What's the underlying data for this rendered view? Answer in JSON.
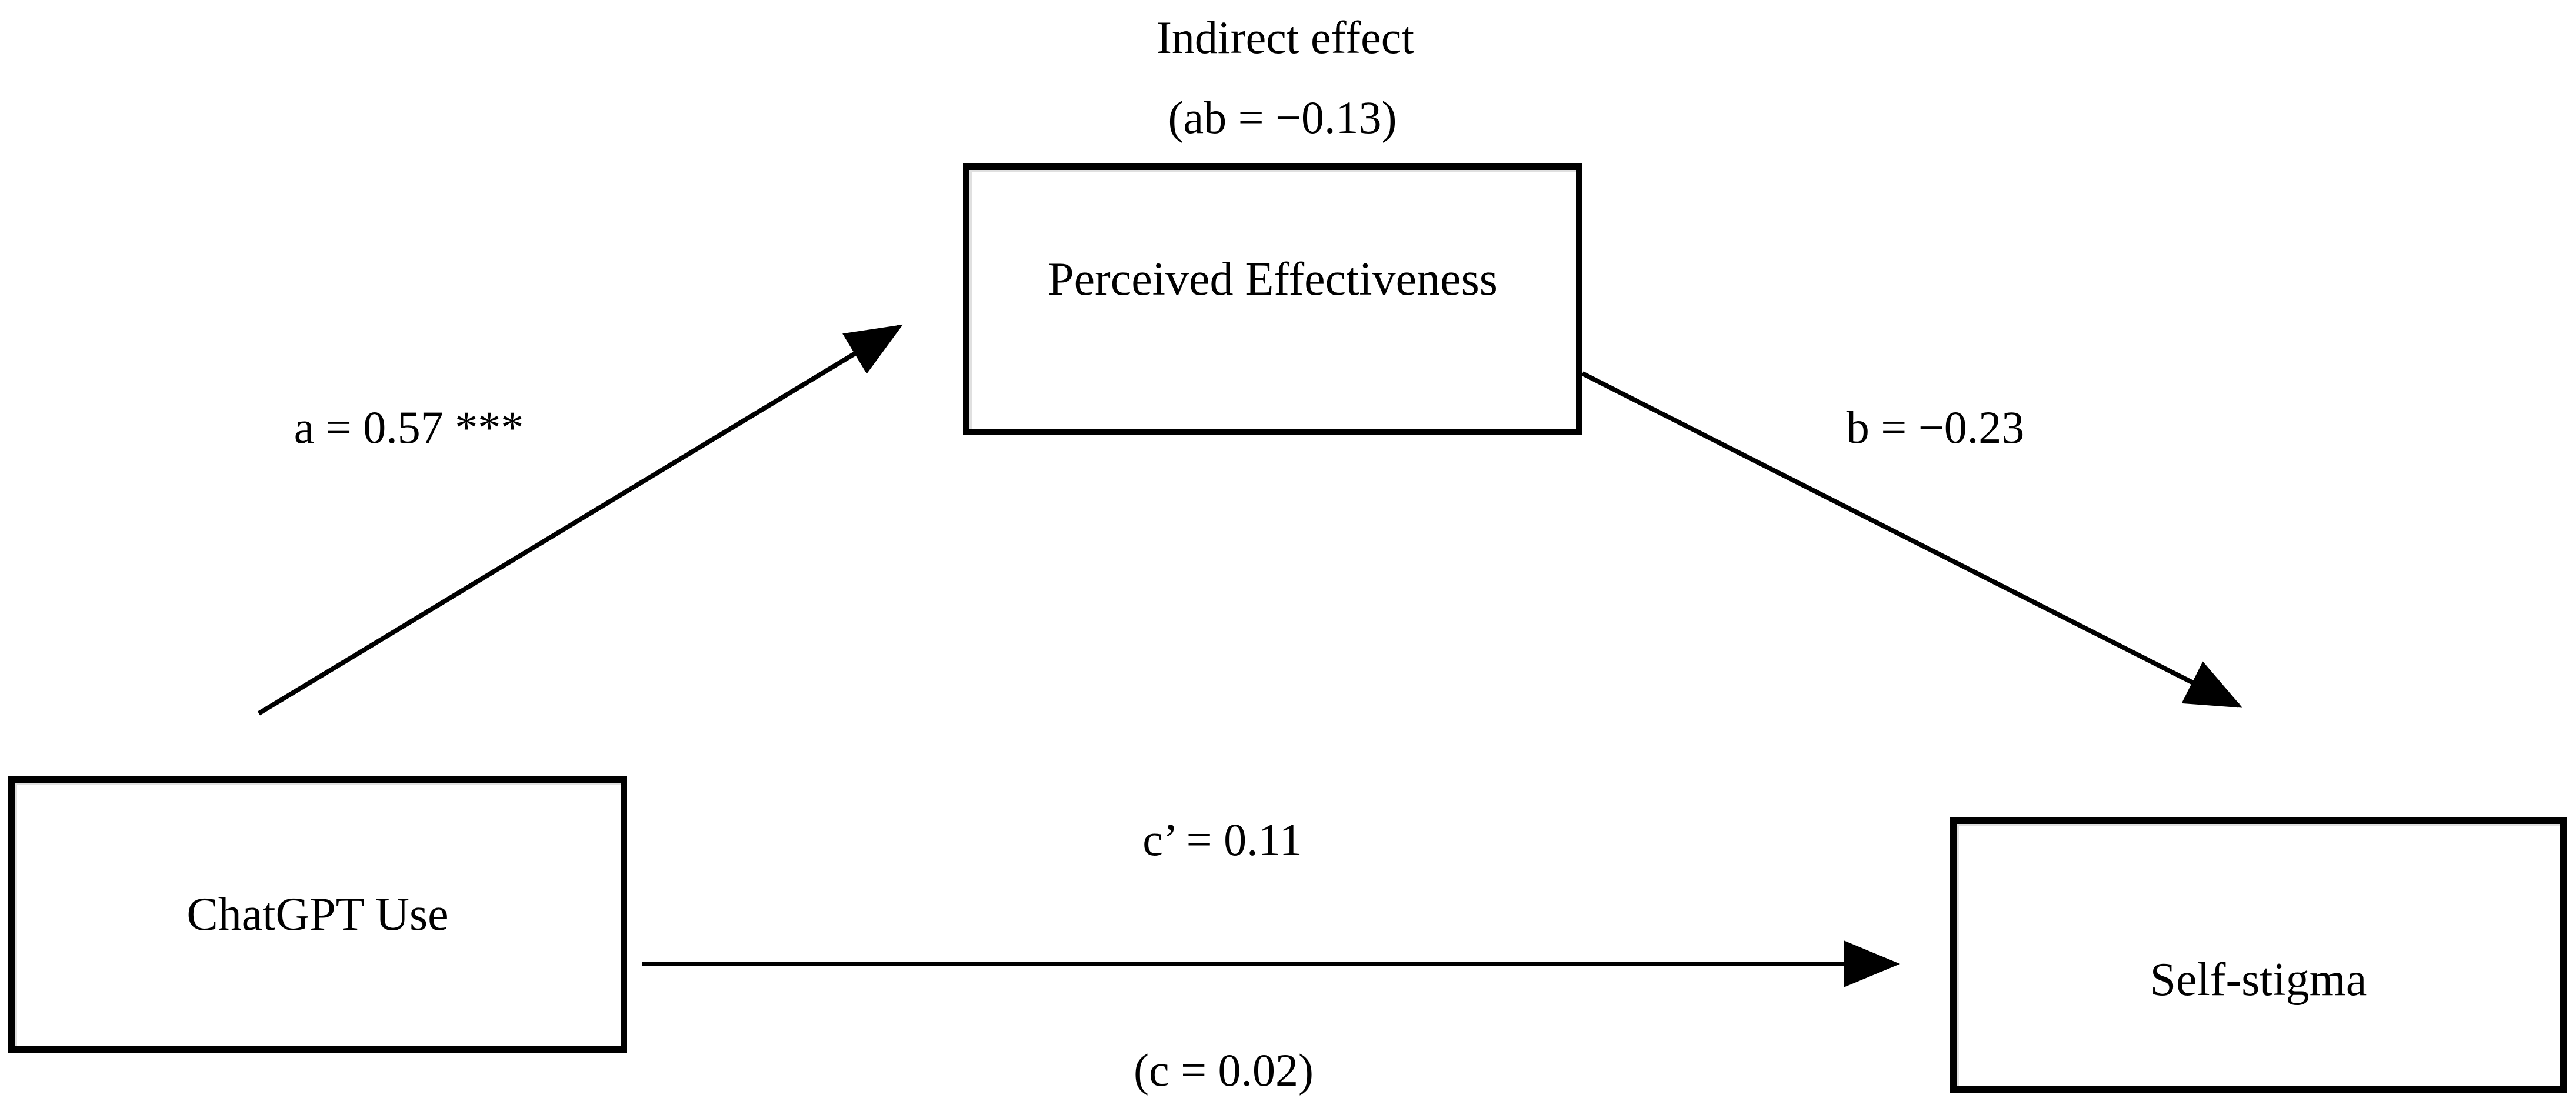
{
  "diagram": {
    "type": "mediation-path-diagram",
    "colors": {
      "background": "#ffffff",
      "line": "#000000",
      "text": "#000000"
    },
    "nodes": {
      "predictor": {
        "label": "ChatGPT Use"
      },
      "mediator": {
        "label": "Perceived Effectiveness"
      },
      "outcome": {
        "label": "Self-stigma"
      }
    },
    "effects": {
      "indirect_title": "Indirect effect",
      "indirect_value": "(ab = −0.13)",
      "path_a": "a = 0.57 ***",
      "path_b": "b = −0.23",
      "path_c_prime": "c’ = 0.11",
      "path_c_total": "(c = 0.02)"
    }
  }
}
